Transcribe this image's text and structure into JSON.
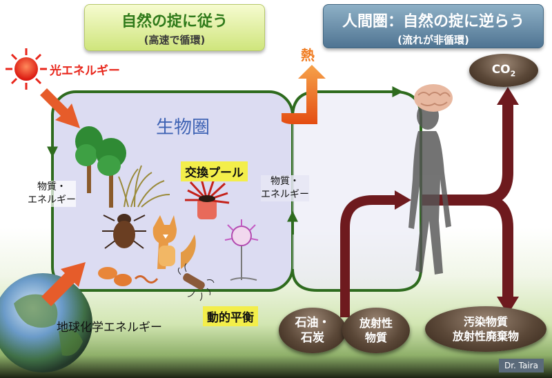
{
  "titles": {
    "left_main": "自然の掟に従う",
    "left_sub": "(高速で循環)",
    "right_main": "人間圏：自然の掟に逆らう",
    "right_sub": "(流れが非循環)"
  },
  "labels": {
    "light_energy": "光エネルギー",
    "heat": "熱",
    "biosphere": "生物圏",
    "exchange_pool": "交換プール",
    "matter_energy_left_1": "物質・",
    "matter_energy_left_2": "エネルギー",
    "matter_energy_right_1": "物質・",
    "matter_energy_right_2": "エネルギー",
    "dynamic_equilibrium": "動的平衡",
    "geochemical_energy": "地球化学エネルギー",
    "co2_main": "CO",
    "co2_sub": "2",
    "oil_coal_1": "石油・",
    "oil_coal_2": "石炭",
    "radioactive_1": "放射性",
    "radioactive_2": "物質",
    "pollutants_1": "汚染物質",
    "pollutants_2": "放射性廃棄物",
    "credit": "Dr. Taira"
  },
  "colors": {
    "cycle_green": "#2e6b1e",
    "biosphere_fill": "#dcdcf2",
    "biosphere_text": "#3f63b4",
    "light_red": "#e8261b",
    "heat_orange": "#f07a1e",
    "human_flow": "#6e1a1e",
    "oval_brown": "#5b4838"
  },
  "icons": [
    "sun-icon",
    "earth-icon",
    "tree-icon",
    "grass-icon",
    "beetle-icon",
    "fox-icon",
    "sea-anemone-icon",
    "fungus-icon",
    "bacteria-icon",
    "brain-icon",
    "human-silhouette-icon"
  ]
}
